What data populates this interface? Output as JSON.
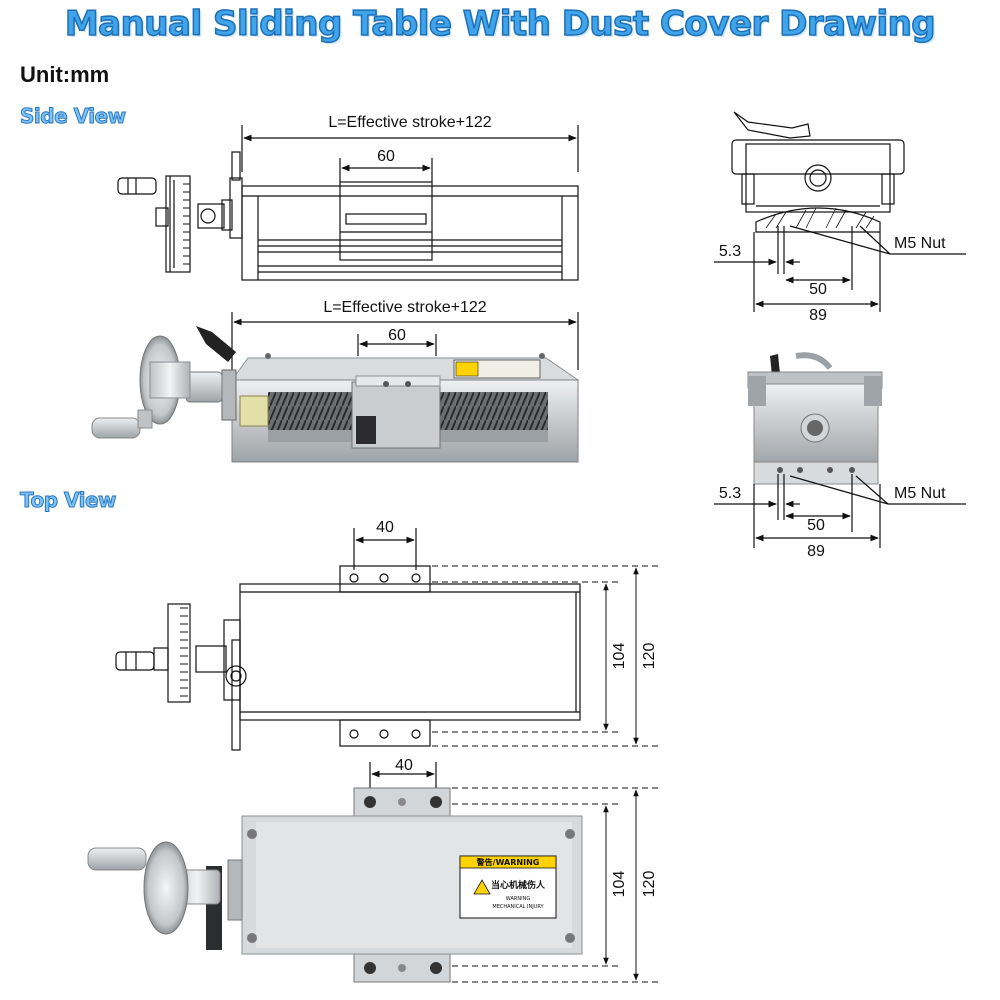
{
  "title": "Manual Sliding Table With Dust Cover Drawing",
  "unit_label": "Unit:mm",
  "sections": {
    "side_view": "Side View",
    "top_view": "Top View"
  },
  "side_view": {
    "length_label": "L=Effective stroke+122",
    "slider_width": "60"
  },
  "end_view": {
    "offset": "5.3",
    "hole_spacing": "50",
    "width": "89",
    "nut_label": "M5 Nut"
  },
  "top_view": {
    "hole_spacing": "40",
    "inner_width": "104",
    "outer_width": "120"
  },
  "warning_label": {
    "header": "警告/WARNING",
    "chinese": "当心机械伤人",
    "english_1": "WARNING",
    "english_2": "MECHANICAL INJURY"
  },
  "colors": {
    "title_fill": "#3fa4ea",
    "title_stroke": "#1f6fb5",
    "section_fill": "#7cc3f4",
    "line": "#111111",
    "metal": "#c9cccf"
  }
}
